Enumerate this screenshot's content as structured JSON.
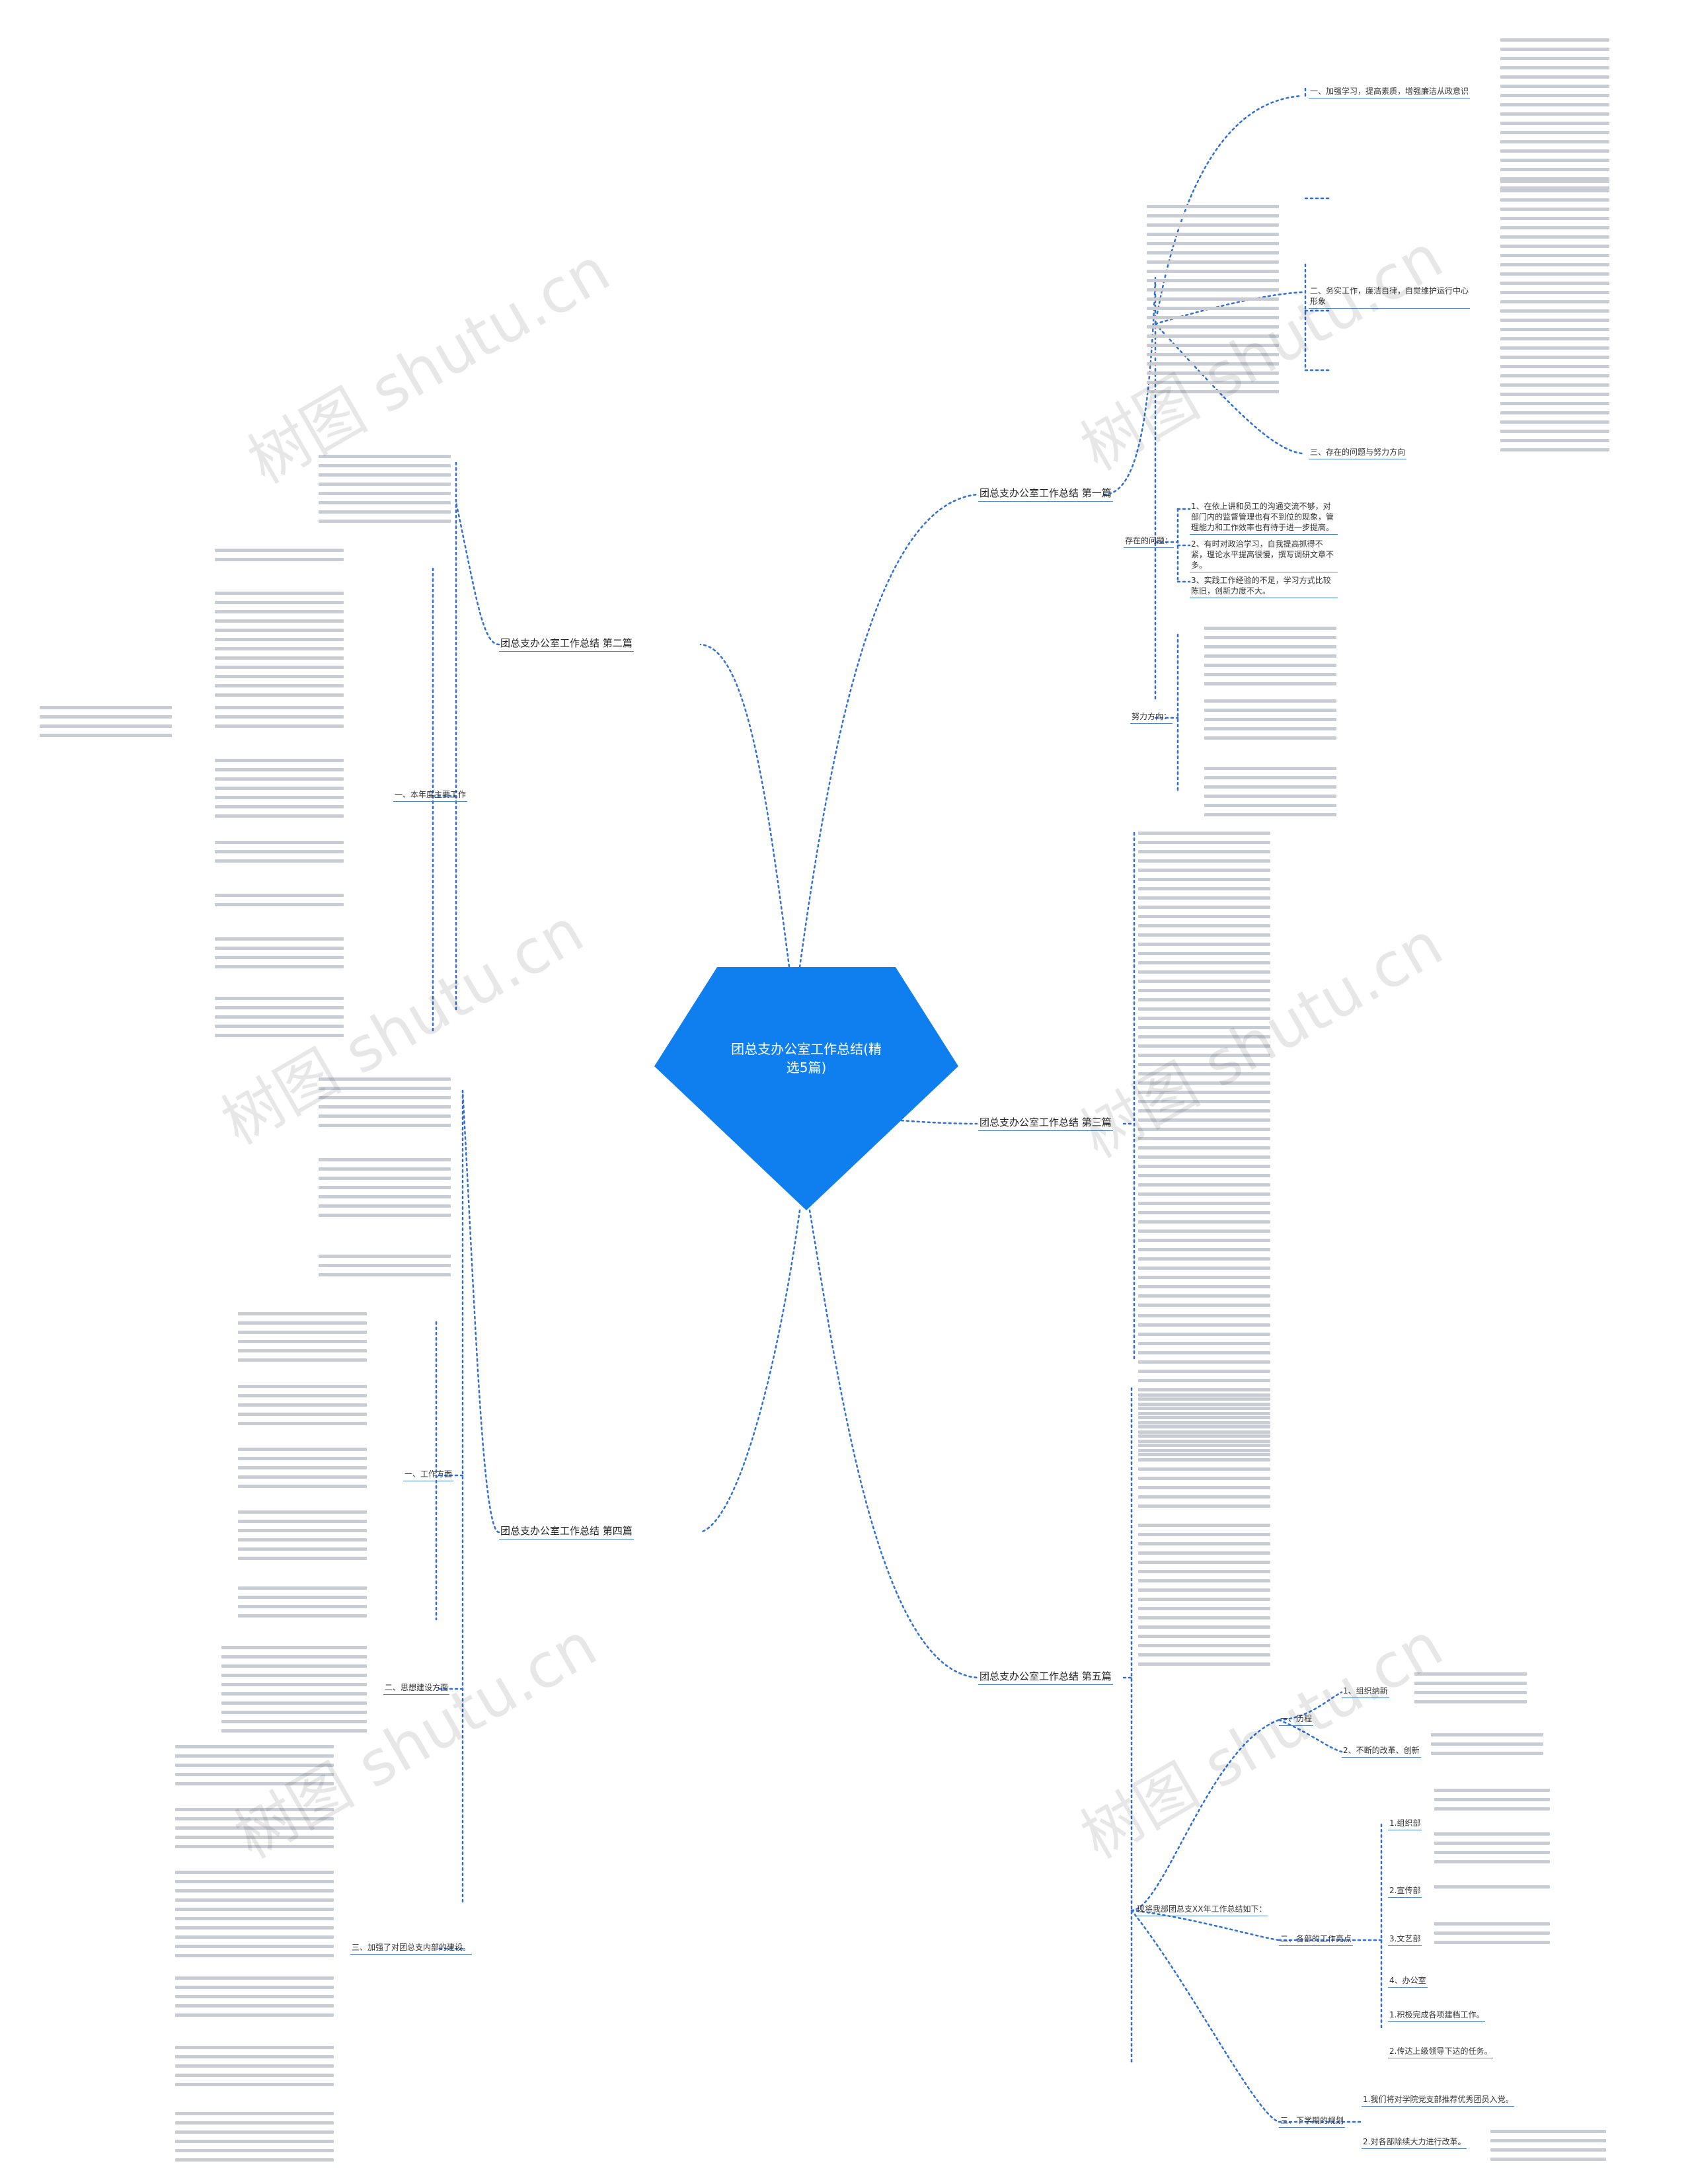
{
  "root": {
    "title_line1": "团总支办公室工作总结(精",
    "title_line2": "选5篇)",
    "color": "#0f7ff0"
  },
  "watermark": "树图 shutu.cn",
  "branches": {
    "b1": {
      "title": "团总支办公室工作总结 第一篇"
    },
    "b2": {
      "title": "团总支办公室工作总结 第二篇"
    },
    "b3": {
      "title": "团总支办公室工作总结 第三篇"
    },
    "b4": {
      "title": "团总支办公室工作总结 第四篇"
    },
    "b5": {
      "title": "团总支办公室工作总结 第五篇"
    }
  },
  "b1": {
    "study": "一、加强学习，提高素质，增强廉洁从政意识",
    "service": "二、务实工作，廉洁自律，自觉维护运行中心形象",
    "problems_heading": "三、存在的问题与努力方向",
    "issues": "存在的问题：",
    "issue1": "1、在依上讲和员工的沟通交流不够，对部门内的监督管理也有不到位的现象，管理能力和工作效率也有待于进一步提高。",
    "issue2": "2、有时对政治学习，自我提高抓得不紧，理论水平提高很慢，撰写调研文章不多。",
    "issue3": "3、实践工作经验的不足，学习方式比较陈旧，创新力度不大。",
    "direction": "努力方向："
  },
  "b2": {
    "work": "一、本年度主要工作"
  },
  "b4": {
    "work1": "一、工作方面",
    "work2": "二、思想建设方面",
    "work3": "三、加强了对团总支内部的建设。"
  },
  "b5": {
    "summary": "现将我部团总支XX年工作总结如下：",
    "history": "一、历程",
    "h1": "1、组织纳新",
    "h2": "2、不断的改革、创新",
    "dept": "二、各部的工作亮点",
    "d1": "1.组织部",
    "d2": "2.宣传部",
    "d3": "3.文艺部",
    "d4": "4、办公室",
    "d5": "1.积极完成各项建档工作。",
    "d6": "2.传达上级领导下达的任务。",
    "plan": "三、下学期的规划",
    "p1": "1.我们将对学院党支部推荐优秀团员入党。",
    "p2": "2.对各部除续大力进行改革。"
  }
}
